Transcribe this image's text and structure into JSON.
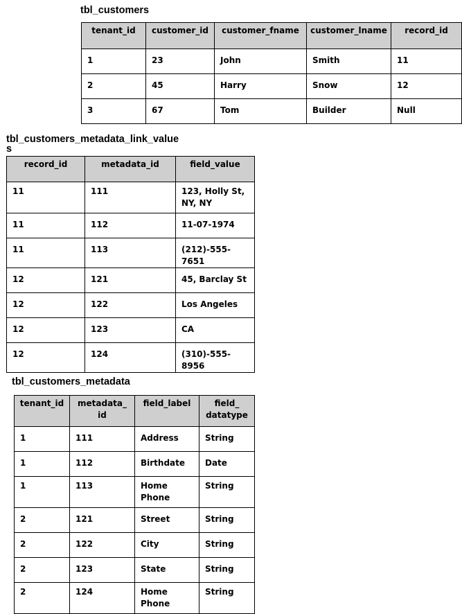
{
  "tables": [
    {
      "title": "tbl_customers",
      "columns": [
        "tenant_id",
        "customer_id",
        "customer_fname",
        "customer_lname",
        "record_id"
      ],
      "rows": [
        [
          "1",
          "23",
          "John",
          "Smith",
          "11"
        ],
        [
          "2",
          "45",
          "Harry",
          "Snow",
          "12"
        ],
        [
          "3",
          "67",
          "Tom",
          "Builder",
          "Null"
        ]
      ]
    },
    {
      "title": "tbl_customers_metadata_link_values",
      "columns": [
        "record_id",
        "metadata_id",
        "field_value"
      ],
      "rows": [
        [
          "11",
          "111",
          "123, Holly St,\nNY, NY"
        ],
        [
          "11",
          "112",
          "11-07-1974"
        ],
        [
          "11",
          "113",
          "(212)-555-7651"
        ],
        [
          "12",
          "121",
          "45, Barclay St"
        ],
        [
          "12",
          "122",
          "Los Angeles"
        ],
        [
          "12",
          "123",
          "CA"
        ],
        [
          "12",
          "124",
          "(310)-555-8956"
        ]
      ]
    },
    {
      "title": "tbl_customers_metadata",
      "columns": [
        "tenant_id",
        "metadata_\nid",
        "field_label",
        "field_\ndatatype"
      ],
      "rows": [
        [
          "1",
          "111",
          "Address",
          "String"
        ],
        [
          "1",
          "112",
          "Birthdate",
          "Date"
        ],
        [
          "1",
          "113",
          "Home\nPhone",
          "String"
        ],
        [
          "2",
          "121",
          "Street",
          "String"
        ],
        [
          "2",
          "122",
          "City",
          "String"
        ],
        [
          "2",
          "123",
          "State",
          "String"
        ],
        [
          "2",
          "124",
          "Home\nPhone",
          "String"
        ]
      ]
    }
  ]
}
